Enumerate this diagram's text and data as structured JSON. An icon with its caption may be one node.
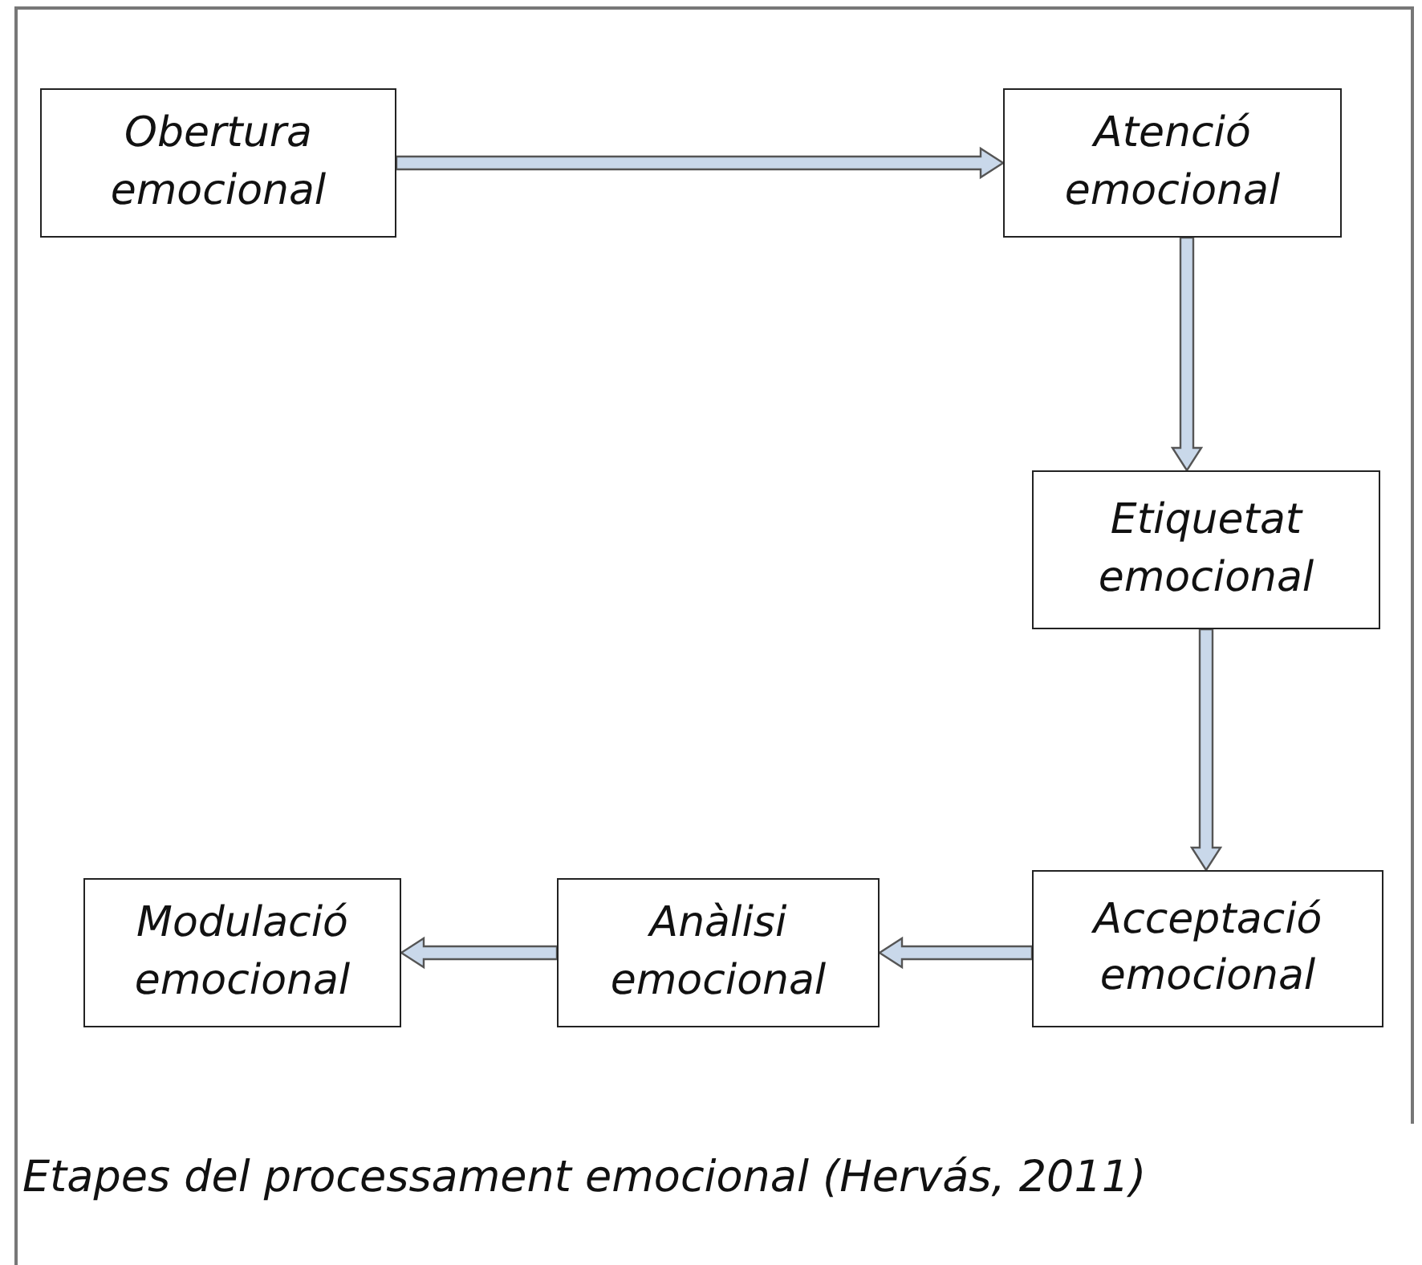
{
  "diagram": {
    "caption": "Etapes del processament emocional (Hervás, 2011)",
    "nodes": [
      {
        "text": [
          "Obertura emocional"
        ]
      },
      {
        "text": [
          "Atenció emocional"
        ]
      },
      {
        "text": [
          "Etiquetat emocional"
        ]
      },
      {
        "text": [
          "Acceptació emocional"
        ]
      },
      {
        "text": [
          "Anàlisi emocional"
        ]
      },
      {
        "text": [
          "Modulació emocional"
        ]
      }
    ],
    "edges": [
      {
        "from": 0,
        "to": 1,
        "arrow": "to"
      },
      {
        "from": 1,
        "to": 2,
        "arrow": "to"
      },
      {
        "from": 2,
        "to": 3,
        "arrow": "to"
      },
      {
        "from": 3,
        "to": 4,
        "arrow": "to"
      },
      {
        "from": 4,
        "to": 5,
        "arrow": "to"
      }
    ]
  }
}
